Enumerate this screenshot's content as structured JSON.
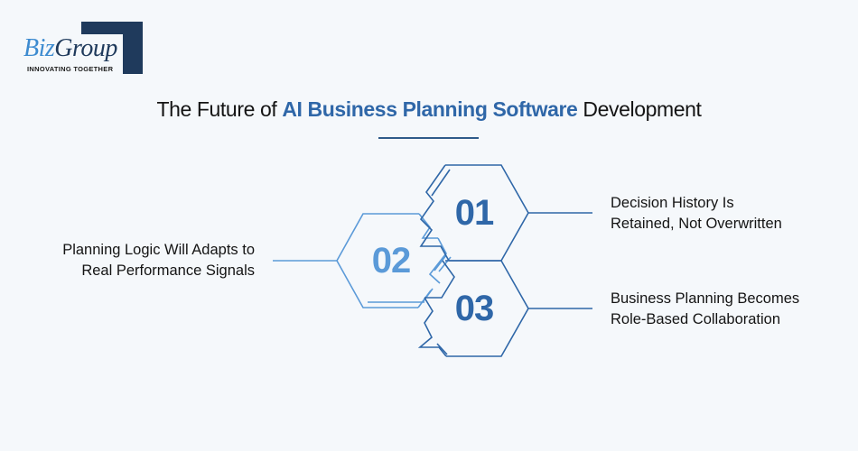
{
  "logo": {
    "word_prefix": "Biz",
    "word_suffix": "Group",
    "tagline": "INNOVATING TOGETHER"
  },
  "title": {
    "prefix": "The Future of ",
    "highlight": "AI Business Planning Software",
    "suffix": " Development"
  },
  "colors": {
    "background": "#f5f8fb",
    "primary": "#2f67a8",
    "secondary": "#5b9ad8",
    "text": "#141414",
    "logo_navy": "#1f3a5c"
  },
  "items": [
    {
      "number": "01",
      "line1": "Decision History Is",
      "line2": "Retained, Not Overwritten",
      "side": "right",
      "color": "#2f67a8"
    },
    {
      "number": "02",
      "line1": "Planning Logic Will Adapts to",
      "line2": "Real Performance Signals",
      "side": "left",
      "color": "#5b9ad8"
    },
    {
      "number": "03",
      "line1": "Business Planning Becomes",
      "line2": "Role-Based Collaboration",
      "side": "right",
      "color": "#2f67a8"
    }
  ]
}
